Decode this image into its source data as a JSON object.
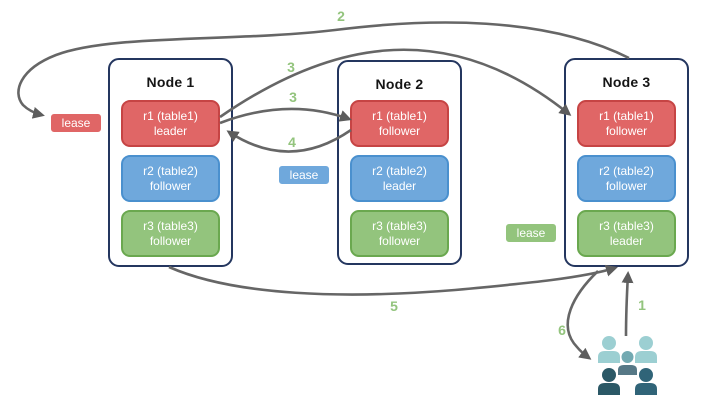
{
  "nodes": [
    {
      "title": "Node 1",
      "replicas": [
        {
          "name": "r1 (table1)",
          "role": "leader",
          "color": "red"
        },
        {
          "name": "r2 (table2)",
          "role": "follower",
          "color": "blue"
        },
        {
          "name": "r3 (table3)",
          "role": "follower",
          "color": "green"
        }
      ]
    },
    {
      "title": "Node 2",
      "replicas": [
        {
          "name": "r1 (table1)",
          "role": "follower",
          "color": "red"
        },
        {
          "name": "r2 (table2)",
          "role": "leader",
          "color": "blue"
        },
        {
          "name": "r3 (table3)",
          "role": "follower",
          "color": "green"
        }
      ]
    },
    {
      "title": "Node 3",
      "replicas": [
        {
          "name": "r1 (table1)",
          "role": "follower",
          "color": "red"
        },
        {
          "name": "r2 (table2)",
          "role": "follower",
          "color": "blue"
        },
        {
          "name": "r3 (table3)",
          "role": "leader",
          "color": "green"
        }
      ]
    }
  ],
  "leases": {
    "red": {
      "label": "lease"
    },
    "blue": {
      "label": "lease"
    },
    "green": {
      "label": "lease"
    }
  },
  "steps": {
    "s1": "1",
    "s2": "2",
    "s3a": "3",
    "s3b": "3",
    "s4": "4",
    "s5": "5",
    "s6": "6"
  },
  "icons": {
    "users": "users-group"
  },
  "colors": {
    "red_fill": "#e06666",
    "red_border": "#c64444",
    "blue_fill": "#6fa8dc",
    "blue_border": "#4a90ce",
    "green_fill": "#93c47d",
    "green_border": "#6aa84f",
    "node_border": "#24365f",
    "arrow": "#666666",
    "step_label": "#93c47d",
    "users_light_teal": "#9ccfd2",
    "users_mid_teal": "#72a9b1",
    "users_gray_blue": "#567886",
    "users_dark_slate": "#2b5866",
    "users_dark_teal": "#306478"
  }
}
